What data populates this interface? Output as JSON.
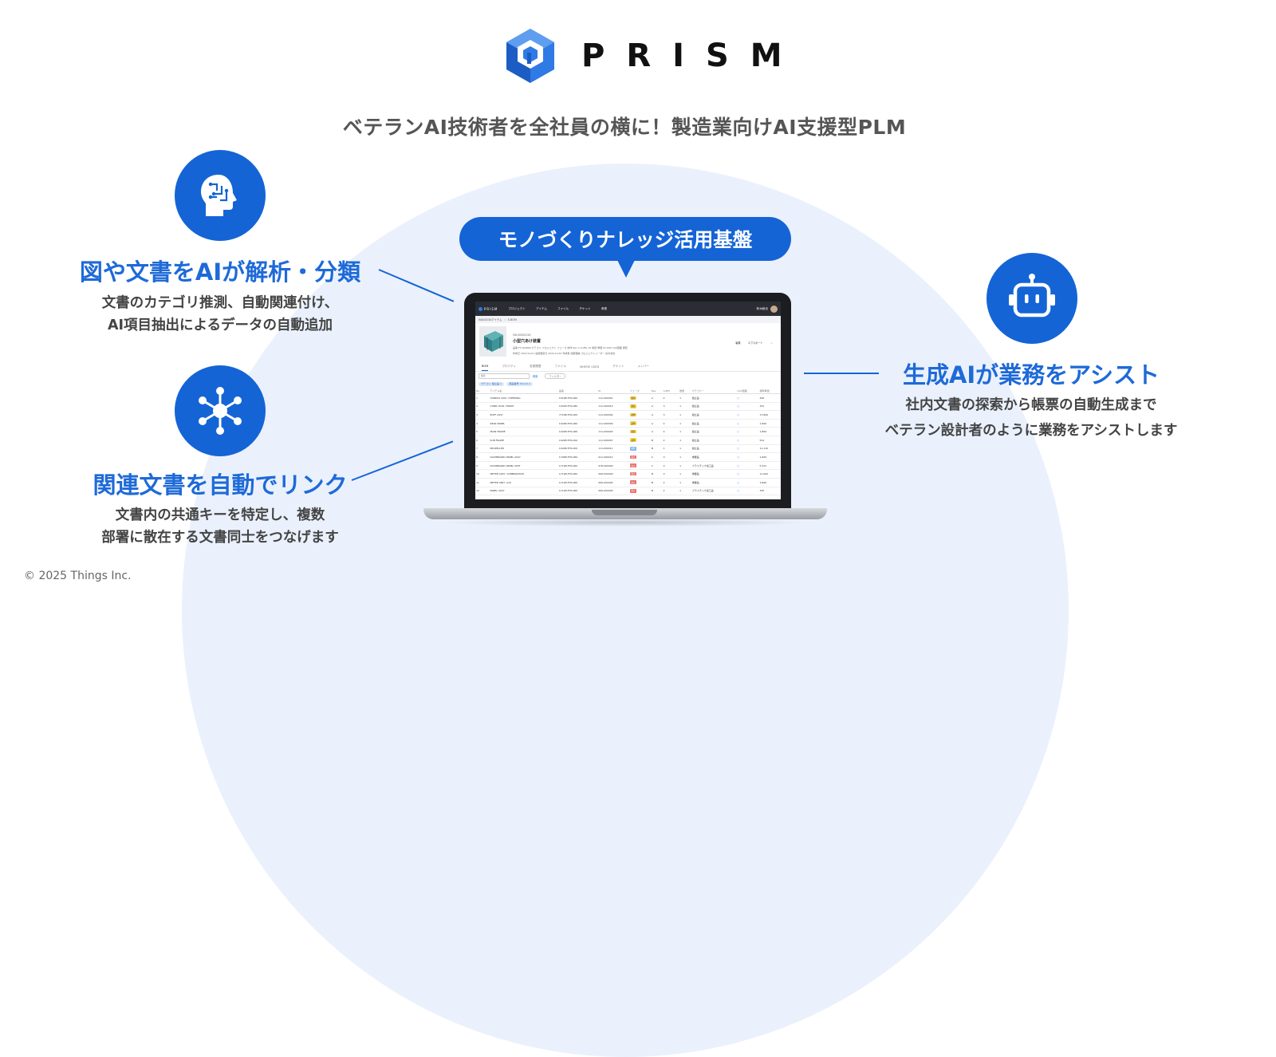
{
  "brand": {
    "name": "PRISM"
  },
  "tagline": "ベテランAI技術者を全社員の横に！製造業向けAI支援型PLM",
  "bubble": "モノづくりナレッジ活用基盤",
  "features": {
    "analysis": {
      "icon": "brain-head-icon",
      "title": "図や文書をAIが解析・分類",
      "desc_1": "文書のカテゴリ推測、自動関連付け、",
      "desc_2": "AI項目抽出によるデータの自動追加"
    },
    "link": {
      "icon": "network-hub-icon",
      "title": "関連文書を自動でリンク",
      "desc_1": "文書内の共通キーを特定し、複数",
      "desc_2": "部署に散在する文書同士をつなげます"
    },
    "assist": {
      "icon": "robot-icon",
      "title": "生成AIが業務をアシスト",
      "desc_1": "社内文書の探索から帳票の自動生成まで",
      "desc_2": "ベテラン設計者のように業務をアシストします"
    }
  },
  "copyright": "© 2025 Things Inc.",
  "colors": {
    "accent": "#1464d6",
    "title_blue": "#1e6ad8",
    "arc_bg": "#eaf1fc"
  },
  "screen": {
    "nav": [
      "プロジェクト",
      "アイテム",
      "ファイル",
      "チケット",
      "申請"
    ],
    "user": "鈴木敦也",
    "crumbs": [
      "IVA00234アイテム",
      "E-BOM"
    ],
    "item_code": "SW-00000226",
    "item_name": "小型穴あけ装置",
    "meta_1": "品番 FT-100899  カテゴリ プロジェクト  フェーズ 試作  Rev C  Suffix 10  承認  単価 ¥2,000  CAD図面 閲覧",
    "meta_2": "作成日 2021/11/21  最終更新日 2021/11/22  作成者 加藤容敏  プロジェクトリーダー 鈴木敦也",
    "actions": [
      "編集",
      "エクスポート",
      "⋯"
    ],
    "tabs": [
      "BOM",
      "プロパティ",
      "変更履歴",
      "ファイル",
      "WHERE USED",
      "チケット",
      "メンバー"
    ],
    "search_placeholder": "検索",
    "search_btn": "検索",
    "filter_btn": "フィルター",
    "chips": [
      "カテゴリ: 組立品 ×",
      "部品番号: Pound ×"
    ],
    "columns": [
      "No.",
      "",
      "アイテム名",
      "品番",
      "ID",
      "フェーズ",
      "Rev",
      "Suffix",
      "数量",
      "カテゴリー",
      "CAD図面",
      "標準単価"
    ],
    "rows": [
      [
        "1",
        "",
        "HANDLE ASSY, STEERING",
        "1019B-THS-060",
        "111-000001",
        "量産",
        "A",
        "2",
        "1",
        "組立品",
        "",
        "490"
      ],
      [
        "2",
        "",
        "CONN. ROD, FRONT",
        "1041B-THS-080",
        "111-000010",
        "量産",
        "A",
        "3",
        "1",
        "組立品",
        "",
        "341"
      ],
      [
        "3",
        "",
        "BUFF ASSY",
        "7710B-THS-000",
        "111-000002",
        "試作",
        "A",
        "3",
        "1",
        "組立品",
        "",
        "17,890"
      ],
      [
        "4",
        "",
        "REAR PANEL",
        "1024B-THS-060",
        "111-000009",
        "試作",
        "A",
        "4",
        "1",
        "組立品",
        "",
        "1,690"
      ],
      [
        "5",
        "",
        "MAIN FRAME",
        "1022B-THS-060",
        "111-000003",
        "量産",
        "A",
        "4",
        "1",
        "組立品",
        "",
        "1,890"
      ],
      [
        "6",
        "",
        "SUB FRAME",
        "1024B-THS-000",
        "111-000007",
        "試作",
        "B",
        "2",
        "1",
        "組立品",
        "",
        "522"
      ],
      [
        "7",
        "",
        "PROPELLER",
        "1024B-THS-000",
        "111-000011",
        "開発",
        "B",
        "1",
        "1",
        "組立品",
        "",
        "11,110"
      ],
      [
        "8",
        "",
        "DASHBOARD PANEL ASSY",
        "1704B-THS-060",
        "911-000012",
        "廃止",
        "C",
        "0",
        "1",
        "重要品",
        "",
        "1,690"
      ],
      [
        "9",
        "",
        "DASHBOARD PANEL UNIT",
        "1712B-THS-060",
        "978-000000",
        "廃止",
        "C",
        "0",
        "1",
        "プラスチック加工品",
        "",
        "5,151"
      ],
      [
        "10",
        "",
        "METER ASSY, COMBINATION",
        "1712B-THS-060",
        "999-000000",
        "廃止",
        "B",
        "0",
        "1",
        "重要品",
        "",
        "11,000"
      ],
      [
        "11",
        "",
        "METER UNIT, LCD",
        "1712B-THS-060",
        "999-000000",
        "廃止",
        "B",
        "2",
        "1",
        "重要品",
        "",
        "3,690"
      ],
      [
        "12",
        "",
        "PANEL ASSY",
        "1712B-THS-060",
        "999-000000",
        "廃止",
        "B",
        "2",
        "1",
        "プラスチック加工品",
        "",
        "345"
      ]
    ]
  }
}
